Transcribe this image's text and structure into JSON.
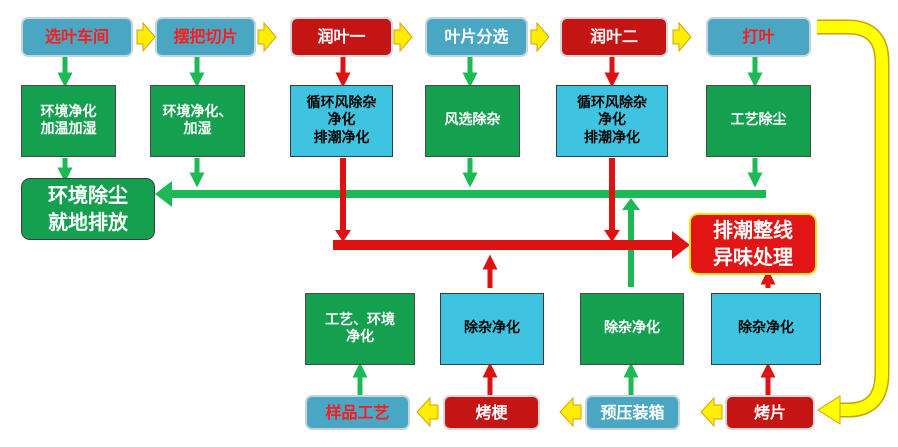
{
  "stages": {
    "s1": "选叶车间",
    "s2": "摆把切片",
    "s3": "润叶一",
    "s4": "叶片分选",
    "s5": "润叶二",
    "s6": "打叶",
    "b1": "烤片",
    "b2": "预压装箱",
    "b3": "烤梗",
    "b4": "样品工艺"
  },
  "treatments": {
    "t1": "环境净化\n加温加湿",
    "t2": "环境净化、\n加湿",
    "t3": "循环风除杂\n净化\n排潮净化",
    "t4": "风选除杂",
    "t5": "循环风除杂\n净化\n排潮净化",
    "t6": "工艺除尘"
  },
  "bottom_treatments": {
    "u1": "工艺、环境\n净化",
    "u2": "除杂净化",
    "u3": "除杂净化",
    "u4": "除杂净化"
  },
  "outputs": {
    "dust": "环境除尘\n就地排放",
    "odor": "排潮整线\n异味处理"
  },
  "colors": {
    "teal_box": "#4aa7c3",
    "red_box": "#c51414",
    "green_box": "#15a050",
    "cyan_box": "#3ec4e0",
    "yellow_arrow": "#ffff00",
    "green_arrow": "#1db954",
    "red_arrow": "#dd1212"
  }
}
